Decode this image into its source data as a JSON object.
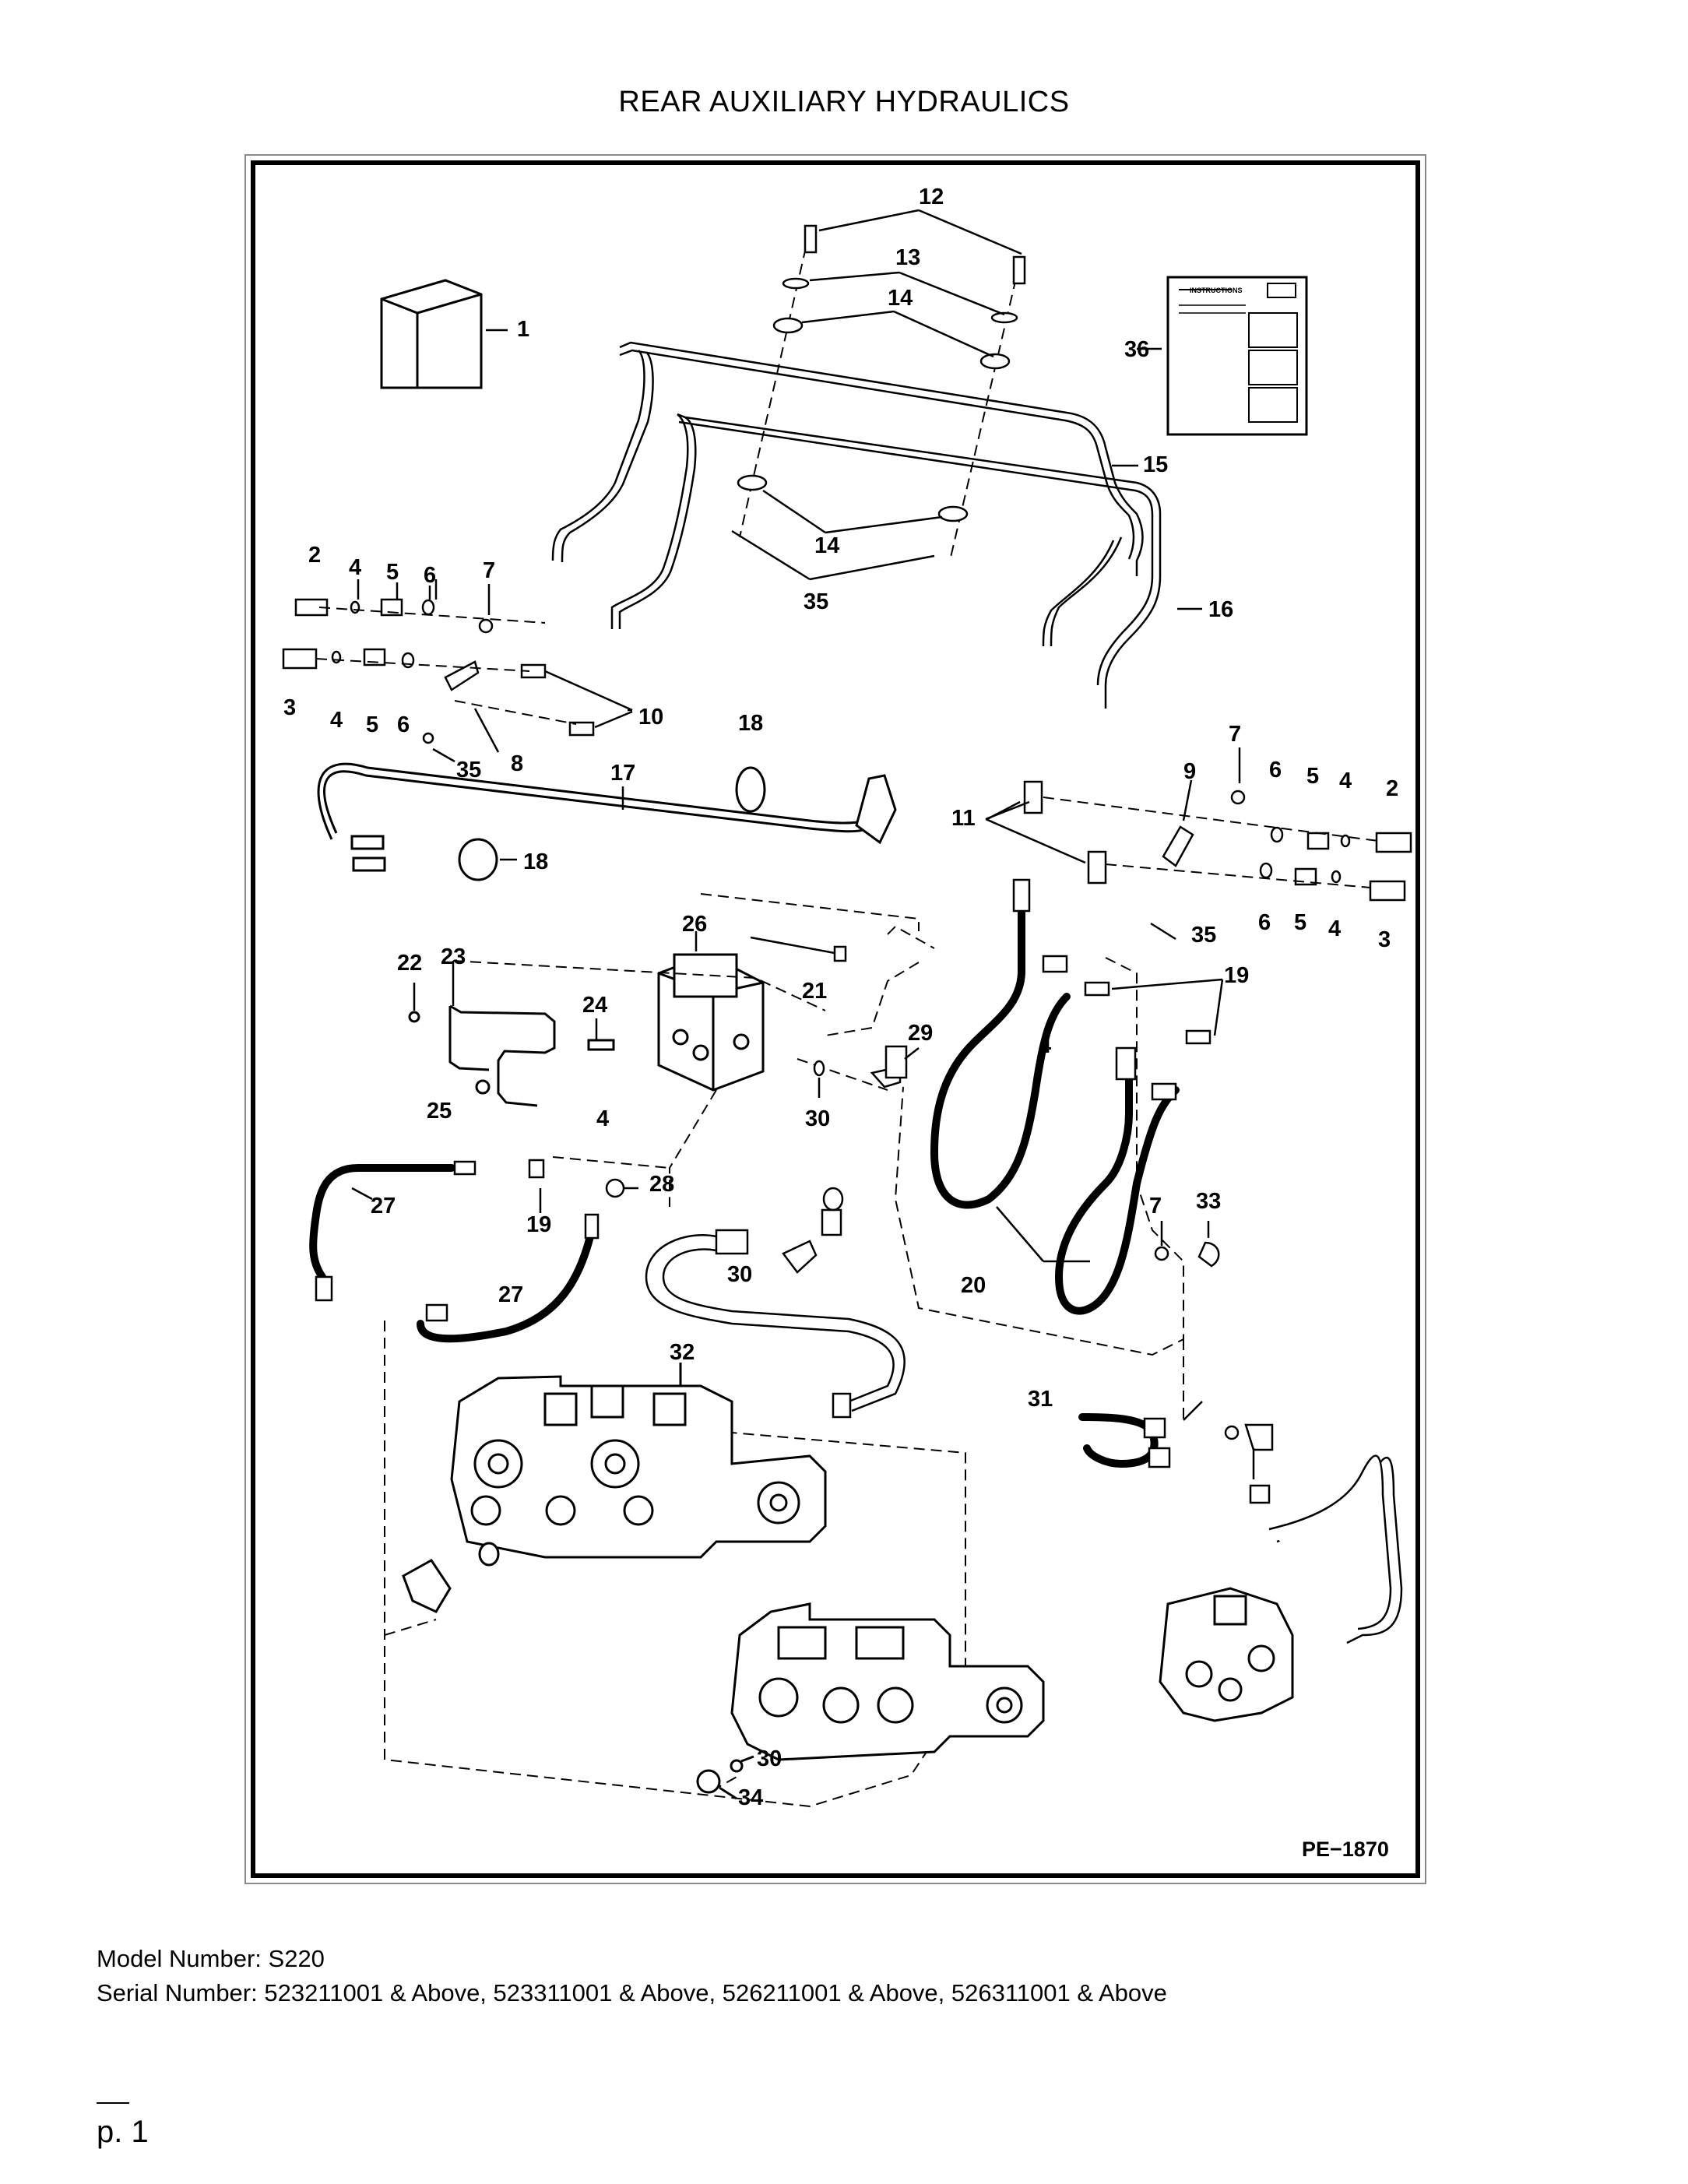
{
  "header": {
    "title": "REAR AUXILIARY HYDRAULICS"
  },
  "diagram": {
    "figure_id": "PE−1870",
    "instruction_sheet_title": "INSTRUCTIONS",
    "callouts": {
      "c1": "1",
      "c2a": "2",
      "c2b": "2",
      "c3a": "3",
      "c3b": "3",
      "c4a": "4",
      "c4b": "4",
      "c4c": "4",
      "c4d": "4",
      "c4e": "4",
      "c4f": "4",
      "c5a": "5",
      "c5b": "5",
      "c5c": "5",
      "c5d": "5",
      "c6a": "6",
      "c6b": "6",
      "c6c": "6",
      "c6d": "6",
      "c7a": "7",
      "c7b": "7",
      "c7c": "7",
      "c8": "8",
      "c9": "9",
      "c10": "10",
      "c11": "11",
      "c12": "12",
      "c13": "13",
      "c14a": "14",
      "c14b": "14",
      "c15": "15",
      "c16": "16",
      "c17": "17",
      "c18a": "18",
      "c18b": "18",
      "c19a": "19",
      "c19b": "19",
      "c20": "20",
      "c21": "21",
      "c22": "22",
      "c23": "23",
      "c24": "24",
      "c25": "25",
      "c26": "26",
      "c27a": "27",
      "c27b": "27",
      "c28": "28",
      "c29": "29",
      "c30a": "30",
      "c30b": "30",
      "c30c": "30",
      "c31": "31",
      "c32": "32",
      "c33": "33",
      "c34": "34",
      "c35a": "35",
      "c35b": "35",
      "c35c": "35",
      "c36": "36"
    }
  },
  "footer": {
    "model_number": "Model Number: S220",
    "serial_number": "Serial Number: 523211001 & Above, 523311001 & Above, 526211001 & Above, 526311001 & Above",
    "page": "p. 1"
  }
}
